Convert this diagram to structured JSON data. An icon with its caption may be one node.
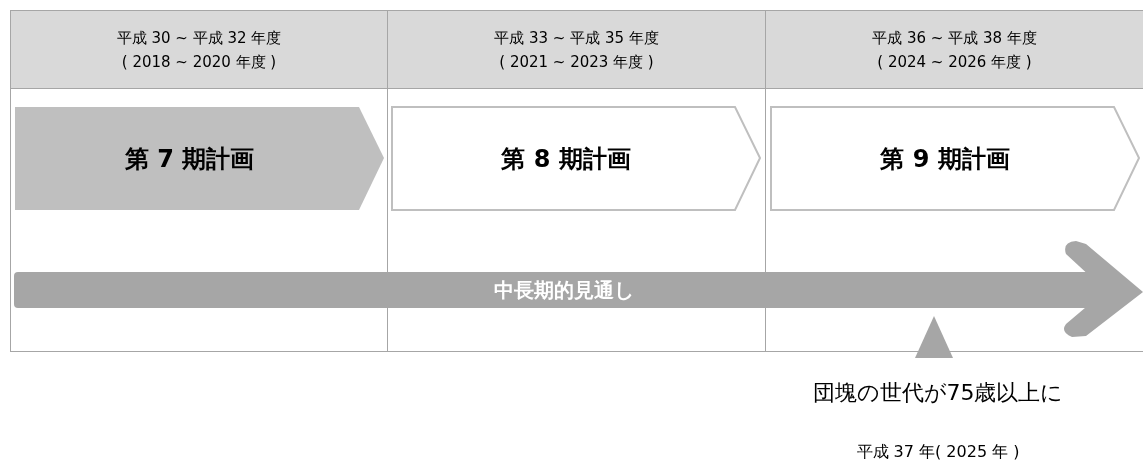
{
  "diagram": {
    "nodes": [
      {
        "text": [
          "平成 30 ~ 平成 32 年度",
          "( 2018 ~ 2020 年度 )"
        ]
      },
      {
        "text": [
          "平成 33 ~ 平成 35 年度",
          "( 2021 ~ 2023 年度 )"
        ]
      },
      {
        "text": [
          "平成 36 ~ 平成 38 年度",
          "( 2024 ~ 2026 年度 )"
        ]
      },
      {
        "text": [
          "第 7 期計画"
        ]
      },
      {
        "text": [
          "第 8 期計画"
        ]
      },
      {
        "text": [
          "第 9 期計画"
        ]
      },
      {
        "text": [
          "中長期的見通し"
        ]
      }
    ],
    "labels": [
      "団塊の世代が75歳以上に",
      "平成 37 年( 2025 年 )"
    ]
  }
}
